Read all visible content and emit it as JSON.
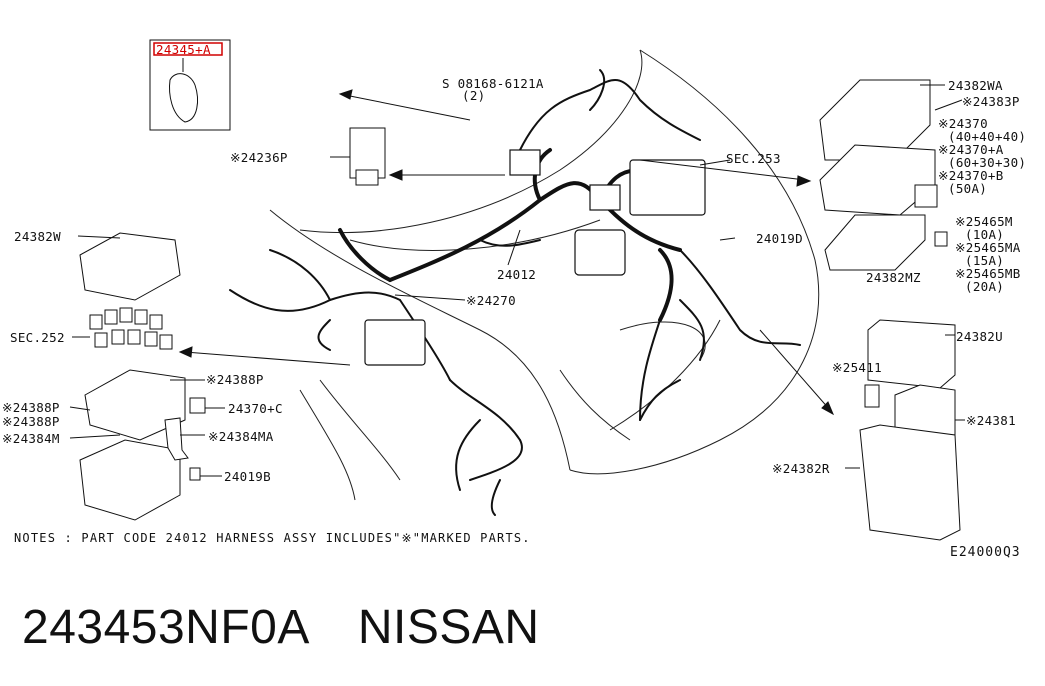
{
  "labels": {
    "p24345a": "24345+A",
    "p08168": "S 08168-6121A",
    "p08168_qty": "(2)",
    "p24236p": "※24236P",
    "p24382w": "24382W",
    "sec252": "SEC.252",
    "p24388p_1": "※24388P",
    "p24388p_2": "※24388P",
    "p24388p_3": "※24388P",
    "p24384m": "※24384M",
    "p24370c": "24370+C",
    "p24384ma": "※24384MA",
    "p24019b": "24019B",
    "p24012": "24012",
    "p24270": "※24270",
    "sec253": "SEC.253",
    "p24019d": "24019D",
    "p24382wa": "24382WA",
    "p24383p": "※24383P",
    "p24370": "※24370",
    "p24370_amp": "(40+40+40)",
    "p24370a": "※24370+A",
    "p24370a_amp": "(60+30+30)",
    "p24370b": "※24370+B",
    "p24370b_amp": "(50A)",
    "p25465m": "※25465M",
    "p25465m_amp": "(10A)",
    "p25465ma": "※25465MA",
    "p25465ma_amp": "(15A)",
    "p25465mb": "※25465MB",
    "p25465mb_amp": "(20A)",
    "p24382mz": "24382MZ",
    "p24382u": "24382U",
    "p25411": "※25411",
    "p24381": "※24381",
    "p24382r": "※24382R"
  },
  "notes": "NOTES : PART CODE  24012 HARNESS ASSY INCLUDES\"※\"MARKED PARTS.",
  "diagram_code": "E24000Q3",
  "caption": {
    "part_number": "243453NF0A",
    "brand": "NISSAN"
  },
  "colors": {
    "highlight": "#d10000",
    "line": "#111111"
  }
}
